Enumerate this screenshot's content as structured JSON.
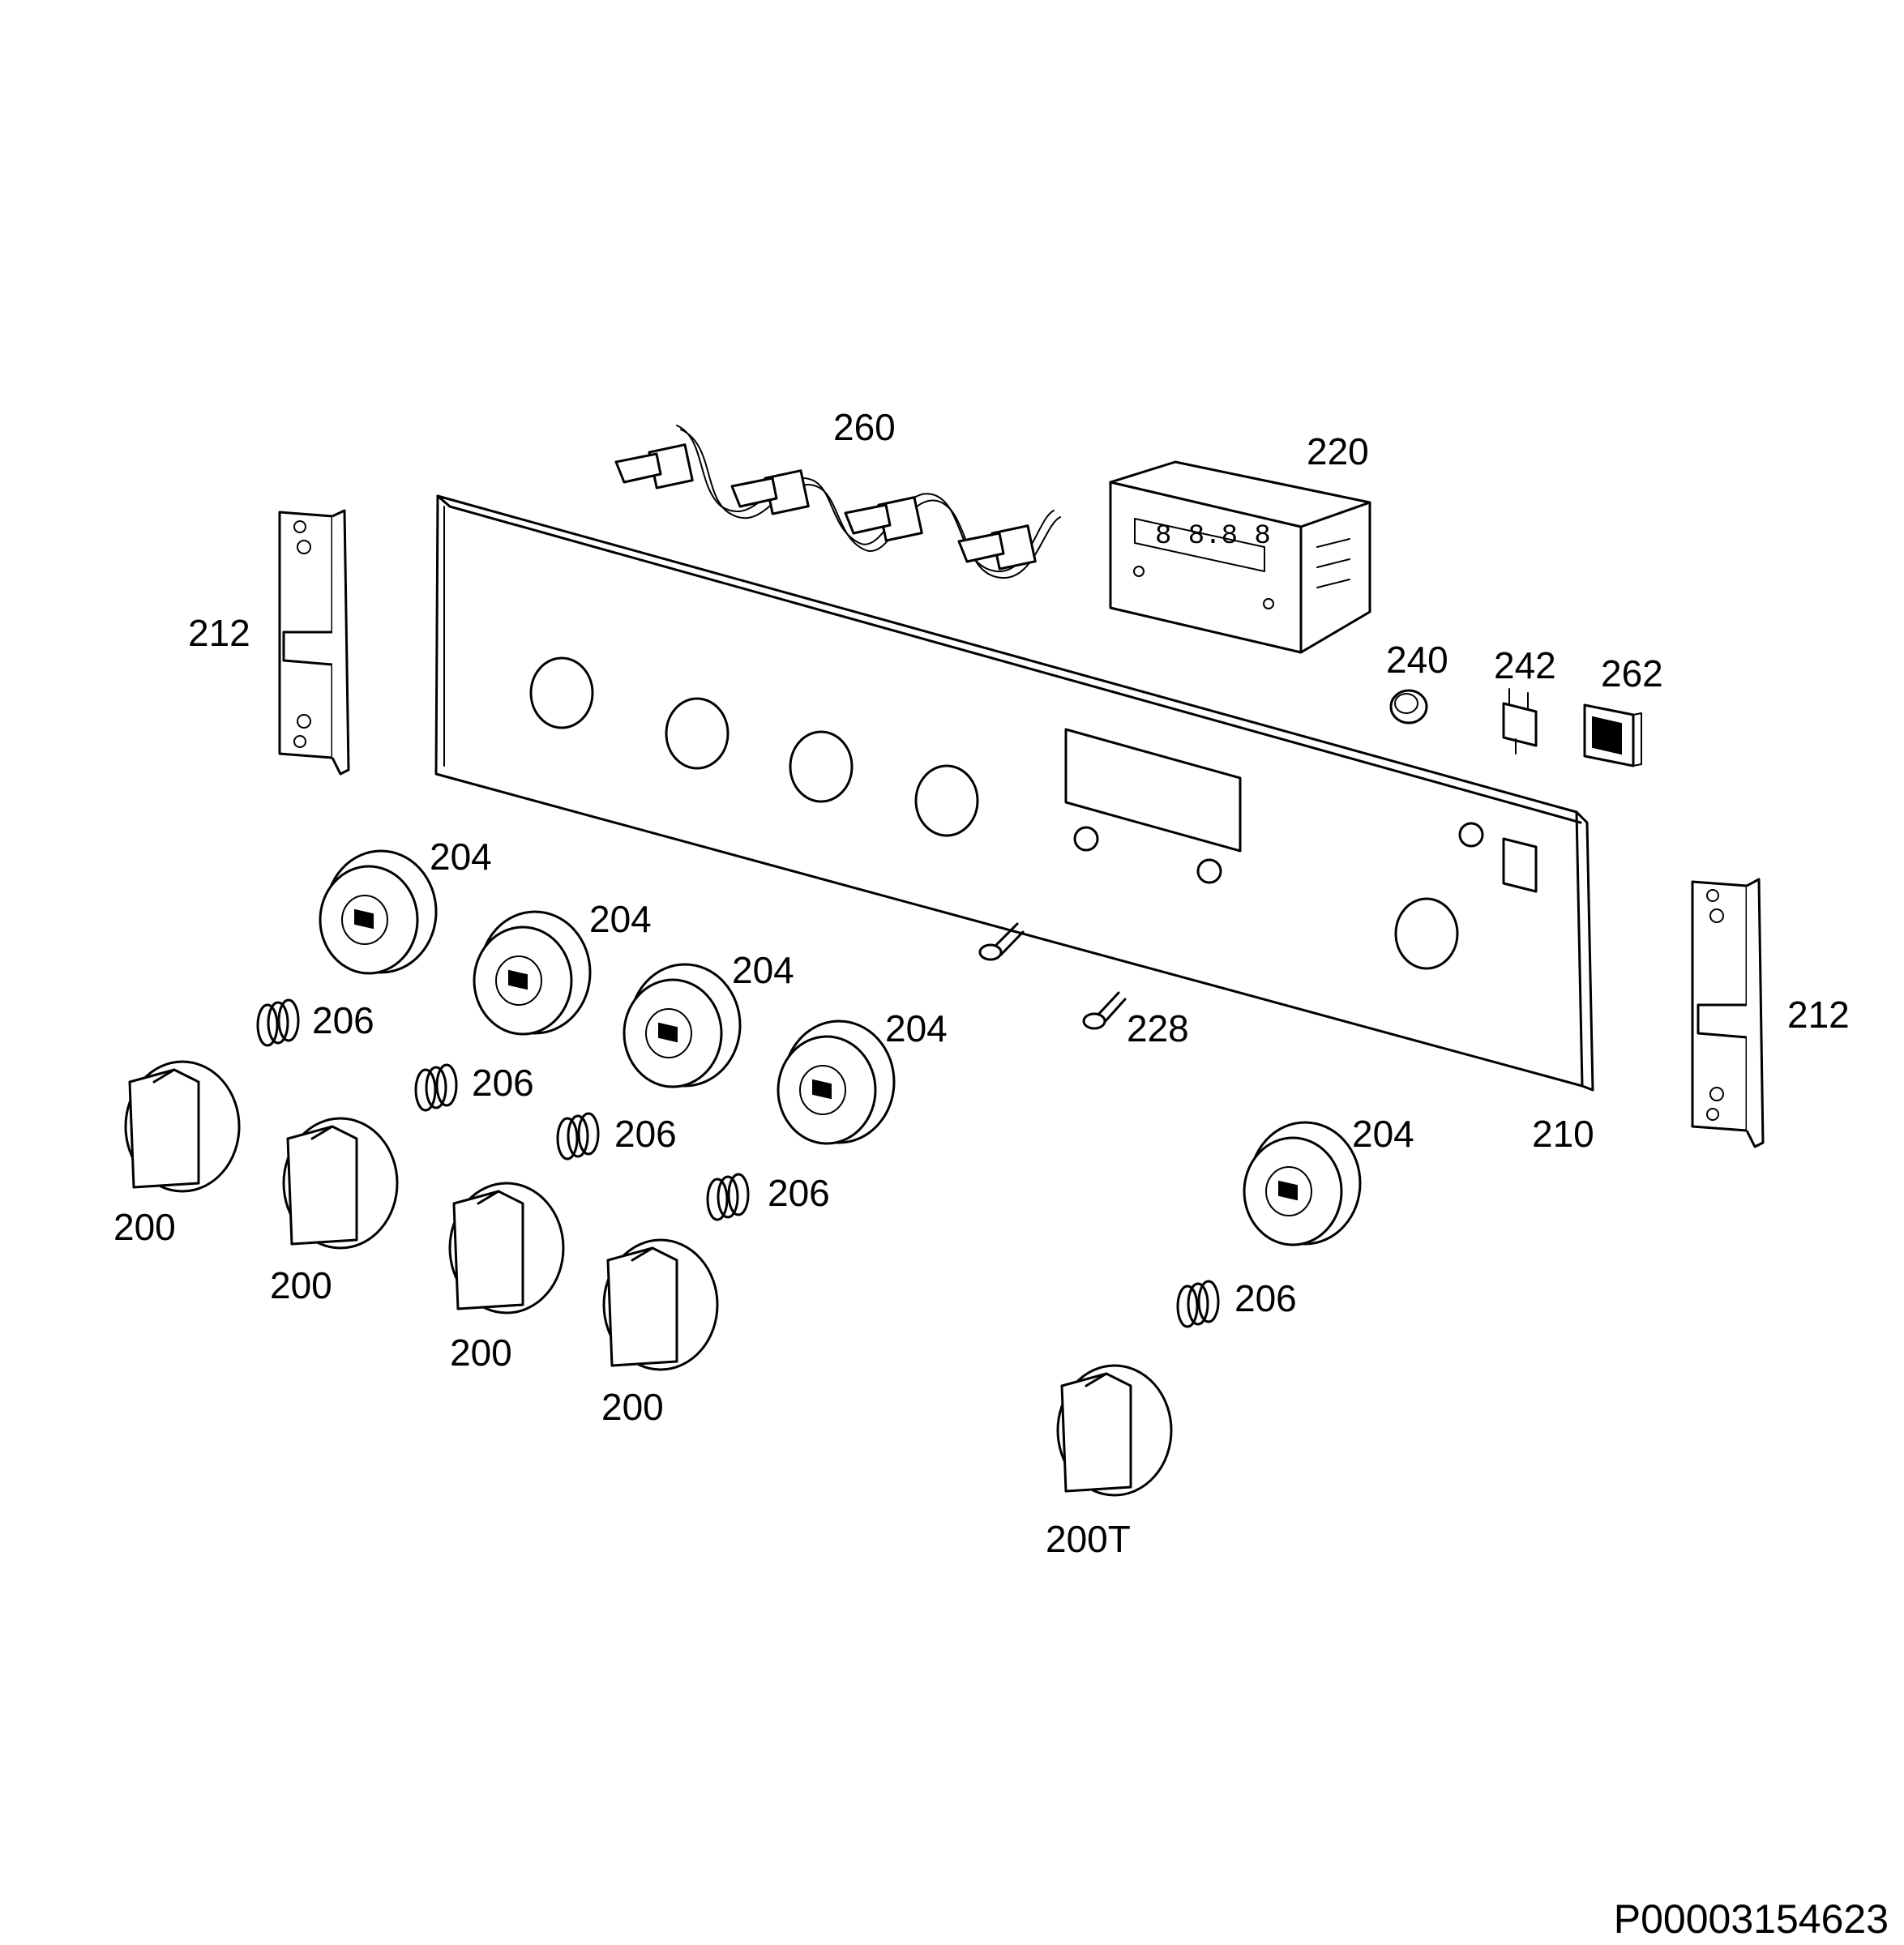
{
  "labels": {
    "l260": "260",
    "l220": "220",
    "l212a": "212",
    "l212b": "212",
    "l240": "240",
    "l242": "242",
    "l262": "262",
    "l204a": "204",
    "l204b": "204",
    "l204c": "204",
    "l204d": "204",
    "l204e": "204",
    "l206a": "206",
    "l206b": "206",
    "l206c": "206",
    "l206d": "206",
    "l206e": "206",
    "l228": "228",
    "l210": "210",
    "l200a": "200",
    "l200b": "200",
    "l200c": "200",
    "l200d": "200",
    "l200t": "200T"
  },
  "document_id": "P00003154623"
}
